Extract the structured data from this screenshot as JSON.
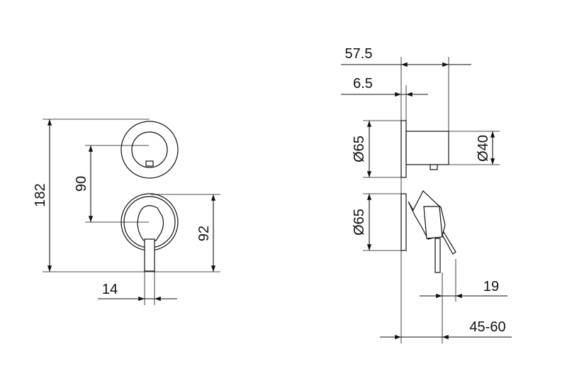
{
  "drawing": {
    "front_view": {
      "dim_overall_height": "182",
      "dim_centre_distance": "90",
      "dim_lower_height": "92",
      "dim_lever_width": "14"
    },
    "side_view": {
      "dim_total_depth": "57.5",
      "dim_plate_thickness": "6.5",
      "dim_upper_plate_dia": "Ø65",
      "dim_knob_dia": "Ø40",
      "dim_lower_plate_dia": "Ø65",
      "dim_lever_offset": "19",
      "dim_wall_range": "45-60"
    },
    "colors": {
      "line": "#111111",
      "background": "#ffffff"
    }
  }
}
